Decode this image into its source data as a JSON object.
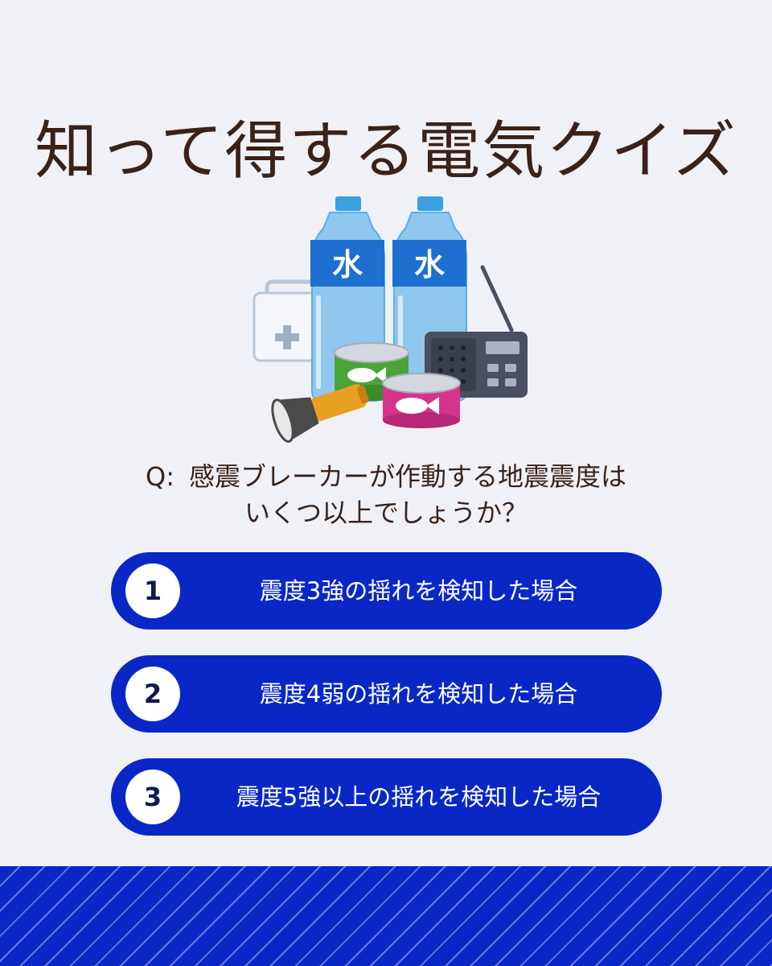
{
  "title": "知って得する電気クイズ",
  "illustration": {
    "bottle_labels": [
      "水",
      "水"
    ],
    "items": [
      "water-bottle-icon",
      "water-bottle-icon",
      "first-aid-kit-icon",
      "radio-icon",
      "canned-fish-icon",
      "canned-fish-icon",
      "flashlight-icon"
    ]
  },
  "question": {
    "prefix": "Q:",
    "line1": "感震ブレーカーが作動する地震震度は",
    "line2": "いくつ以上でしょうか？"
  },
  "options": [
    {
      "number": "1",
      "label": "震度3強の揺れを検知した場合"
    },
    {
      "number": "2",
      "label": "震度4弱の揺れを検知した場合"
    },
    {
      "number": "3",
      "label": "震度5強以上の揺れを検知した場合"
    }
  ],
  "colors": {
    "background": "#eff1f7",
    "primary_blue": "#0a27c6",
    "title_text": "#3a2218",
    "number_text": "#101a50"
  }
}
